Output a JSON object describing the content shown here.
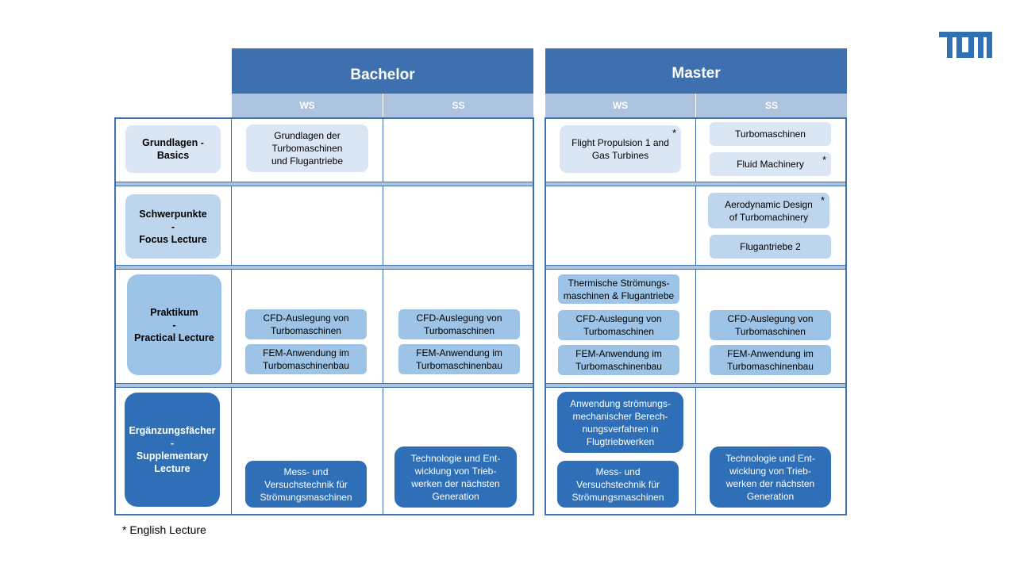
{
  "headers": {
    "bachelor": "Bachelor",
    "master": "Master",
    "ws": "WS",
    "ss": "SS"
  },
  "categories": {
    "basics": "Grundlagen -\nBasics",
    "focus": "Schwerpunkte\n-\nFocus Lecture",
    "practical": "Praktikum\n-\nPractical Lecture",
    "supplementary": "Ergänzungsfächer\n-\nSupplementary\nLecture"
  },
  "courses": {
    "b_ws_basics": "Grundlagen der\nTurbomaschinen\nund Fluganteriebe",
    "m_ws_basics": "Flight Propulsion 1 and\nGas Turbines",
    "m_ss_basics_1": "Turbomaschinen",
    "m_ss_basics_2": "Fluid Machinery",
    "m_ss_focus_1": "Aerodynamic Design\nof Turbomachinery",
    "m_ss_focus_2": "Flugantriebe 2",
    "m_ws_prak_1": "Thermische Strömungs-\nmaschinen & Flugantriebe",
    "cfd": "CFD-Auslegung von\nTurbomaschinen",
    "fem": "FEM-Anwendung im\nTurbomaschinenbau",
    "mess": "Mess- und\nVersuchstechnik für\nStrömungsmaschinen",
    "tech": "Technologie und Ent-\nwicklung von Trieb-\nwerken der nächsten\nGeneration",
    "anwendung": "Anwendung strömungs-\nmechanischer Berech-\nnungsverfahren in\nFlugtriebwerken"
  },
  "star": "*",
  "footnote": "* English Lecture",
  "colors": {
    "header": "#3e70b0",
    "subheader": "#adc3e0",
    "basics": "#dae6f3",
    "focus": "#bed5ee",
    "practical": "#9dc3e6",
    "supplementary": "#2e6fb7",
    "logo": "#3070b3"
  },
  "logo_icon": "tum-logo-icon"
}
